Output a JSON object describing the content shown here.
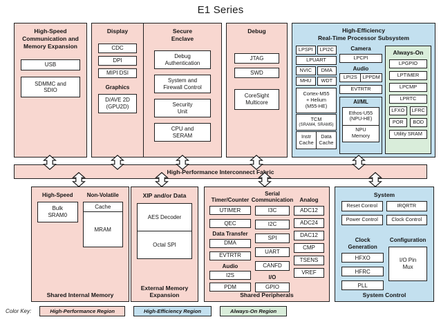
{
  "title": "E1 Series",
  "interconnect": {
    "label": "High-Performance Interconnect Fabric"
  },
  "top_row": {
    "hscme": {
      "heading": "High-Speed\nCommunication and\nMemory Expansion",
      "items": [
        "USB",
        "SDMMC and\nSDIO"
      ]
    },
    "display": {
      "heading": "Display",
      "items": [
        "CDC",
        "DPI",
        "MIPI DSI"
      ],
      "graphics_heading": "Graphics",
      "graphics_item": "D/AVE 2D\n(GPU2D)"
    },
    "secure": {
      "heading": "Secure\nEnclave",
      "items": [
        "Debug\nAuthentication",
        "System and\nFirewall Control",
        "Security\nUnit",
        "CPU and\nSERAM"
      ]
    },
    "debug": {
      "heading": "Debug",
      "items": [
        "JTAG",
        "SWD"
      ],
      "coresight": "CoreSight\nMulticore"
    },
    "he": {
      "heading": "High-Efficiency\nReal-Time Processor Subsystem",
      "col1": {
        "lpspi": "LPSPI",
        "lpi2c": "LPI2C",
        "lpuart": "LPUART",
        "nvic": "NVIC",
        "dma": "DMA",
        "mhu": "MHU",
        "wdt": "WDT",
        "cortex": "Cortex-M55\n+ Helium\n(M55-HE)",
        "tcm": "TCM",
        "tcm_sub": "(SRAM4, SRAM5)",
        "instr_cache": "Instr\nCache",
        "data_cache": "Data\nCache"
      },
      "col2": {
        "camera_heading": "Camera",
        "lpcpi": "LPCPI",
        "audio_heading": "Audio",
        "lpi2s": "LPI2S",
        "lppdm": "LPPDM",
        "evtrtr": "EVTRTR",
        "aiml_heading": "AI/ML",
        "ethos": "Ethos-U55\n(NPU-HE)",
        "npu_memory": "NPU\nMemory"
      },
      "always_on": {
        "heading": "Always-On",
        "items": [
          "LPGPIO",
          "LPTIMER",
          "LPCMP",
          "LPRTC"
        ],
        "lfxo": "LFXO",
        "lfrc": "LFRC",
        "por": "POR",
        "bod": "BOD",
        "utility": "Utility SRAM"
      }
    }
  },
  "bottom_row": {
    "shared_internal": {
      "col1_heading": "High-Speed",
      "col1_item": "Bulk\nSRAM0",
      "col2_heading": "Non-Volatile",
      "col2_items": [
        "Cache",
        "MRAM"
      ],
      "footer": "Shared Internal Memory"
    },
    "external_memory": {
      "heading": "XIP and/or Data",
      "items": [
        "AES Decoder",
        "Octal SPI"
      ],
      "footer": "External Memory\nExpansion"
    },
    "shared_periph": {
      "timer": {
        "heading": "Timer/Counter",
        "items": [
          "UTIMER",
          "QEC"
        ],
        "dt_heading": "Data Transfer",
        "dt_items": [
          "DMA",
          "EVTRTR"
        ],
        "audio_heading": "Audio",
        "audio_items": [
          "I2S",
          "PDM"
        ]
      },
      "serial": {
        "heading": "Serial\nCommunication",
        "items": [
          "I3C",
          "I2C",
          "SPI",
          "UART",
          "CANFD"
        ],
        "io_heading": "I/O",
        "io_item": "GPIO"
      },
      "analog": {
        "heading": "Analog",
        "items": [
          "ADC12",
          "ADC24",
          "DAC12",
          "CMP",
          "TSENS",
          "VREF"
        ]
      },
      "footer": "Shared Peripherals"
    },
    "system_control": {
      "heading": "System",
      "boxes": [
        "Reset Control",
        "IRQRTR",
        "Power Control",
        "Clock Control"
      ],
      "clockgen_heading": "Clock Generation",
      "clockgen_items": [
        "HFXO",
        "HFRC",
        "PLL"
      ],
      "config_heading": "Configuration",
      "config_item": "I/O Pin\nMux",
      "footer": "System Control"
    }
  },
  "legend": {
    "label": "Color Key:",
    "items": [
      {
        "label": "High-Performance Region",
        "color": "#f8d7d0"
      },
      {
        "label": "High-Efficiency Region",
        "color": "#c3e0ef"
      },
      {
        "label": "Always-On Region",
        "color": "#d9edda"
      }
    ]
  }
}
